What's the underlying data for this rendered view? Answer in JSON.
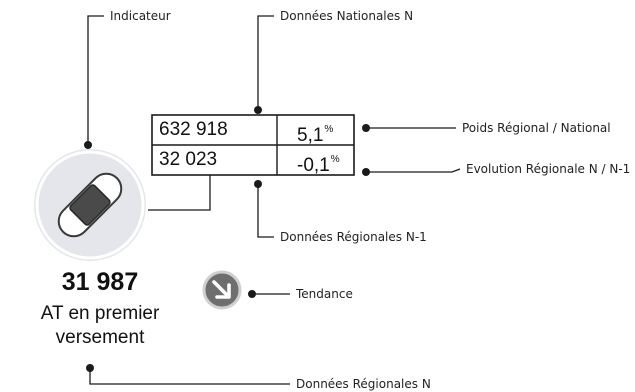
{
  "labels": {
    "indicateur": "Indicateur",
    "donnees_nationales": "Données Nationales N",
    "poids": "Poids Régional / National",
    "evolution": "Evolution Régionale N / N-1",
    "donnees_regionales_n1": "Données Régionales N-1",
    "tendance": "Tendance",
    "donnees_regionales_n": "Données Régionales N"
  },
  "table": {
    "national_value": "632 918",
    "poids_value": "5,1",
    "poids_unit": "%",
    "regional_n1_value": "32 023",
    "evolution_value": "-0,1",
    "evolution_unit": "%"
  },
  "indicator": {
    "value": "31 987",
    "caption_line1": "AT en premier",
    "caption_line2": "versement",
    "icon": "bandage-icon"
  },
  "trend": {
    "icon": "arrow-down-right-icon"
  },
  "colors": {
    "line": "#1a1a1a",
    "icon_circle": "#e4e6ec",
    "trend_circle": "#6e6e6e"
  }
}
